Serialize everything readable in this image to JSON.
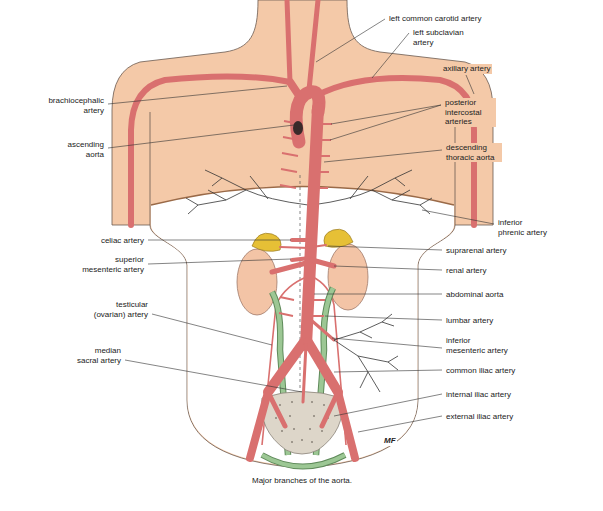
{
  "diagram": {
    "caption": "Major branches of the aorta.",
    "labels": [
      "left common carotid artery",
      "left subclavian artery",
      "axillary artery",
      "brachiocephalic artery",
      "posterior intercostal arteries",
      "ascending aorta",
      "descending thoracic aorta",
      "inferior phrenic artery",
      "celiac artery",
      "suprarenal artery",
      "superior mesenteric artery",
      "renal artery",
      "abdominal aorta",
      "testicular (ovarian) artery",
      "lumbar artery",
      "median sacral artery",
      "inferior mesenteric artery",
      "common iliac artery",
      "internal iliac artery",
      "external iliac artery",
      "MF"
    ]
  }
}
